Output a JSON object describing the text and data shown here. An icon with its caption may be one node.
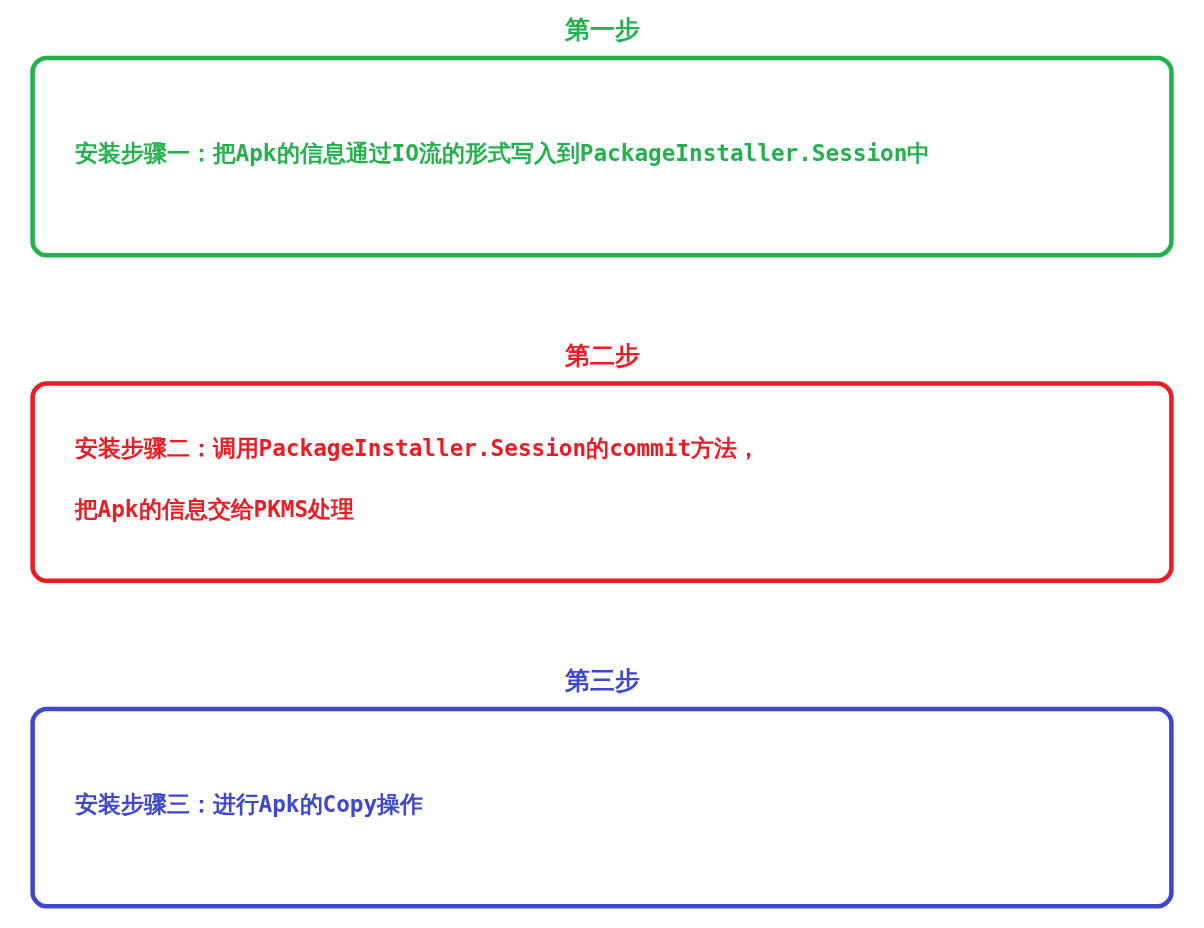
{
  "diagram": {
    "nodes": [
      {
        "text": [
          "第一步",
          "安装步骤一：把Apk的信息通过IO流的形式写入到PackageInstaller.Session中"
        ]
      },
      {
        "text": [
          "第二步",
          "安装步骤二：调用PackageInstaller.Session的commit方法，把Apk的信息交给PKMS处理"
        ]
      },
      {
        "text": [
          "第三步",
          "安装步骤三：进行Apk的Copy操作"
        ]
      }
    ]
  }
}
